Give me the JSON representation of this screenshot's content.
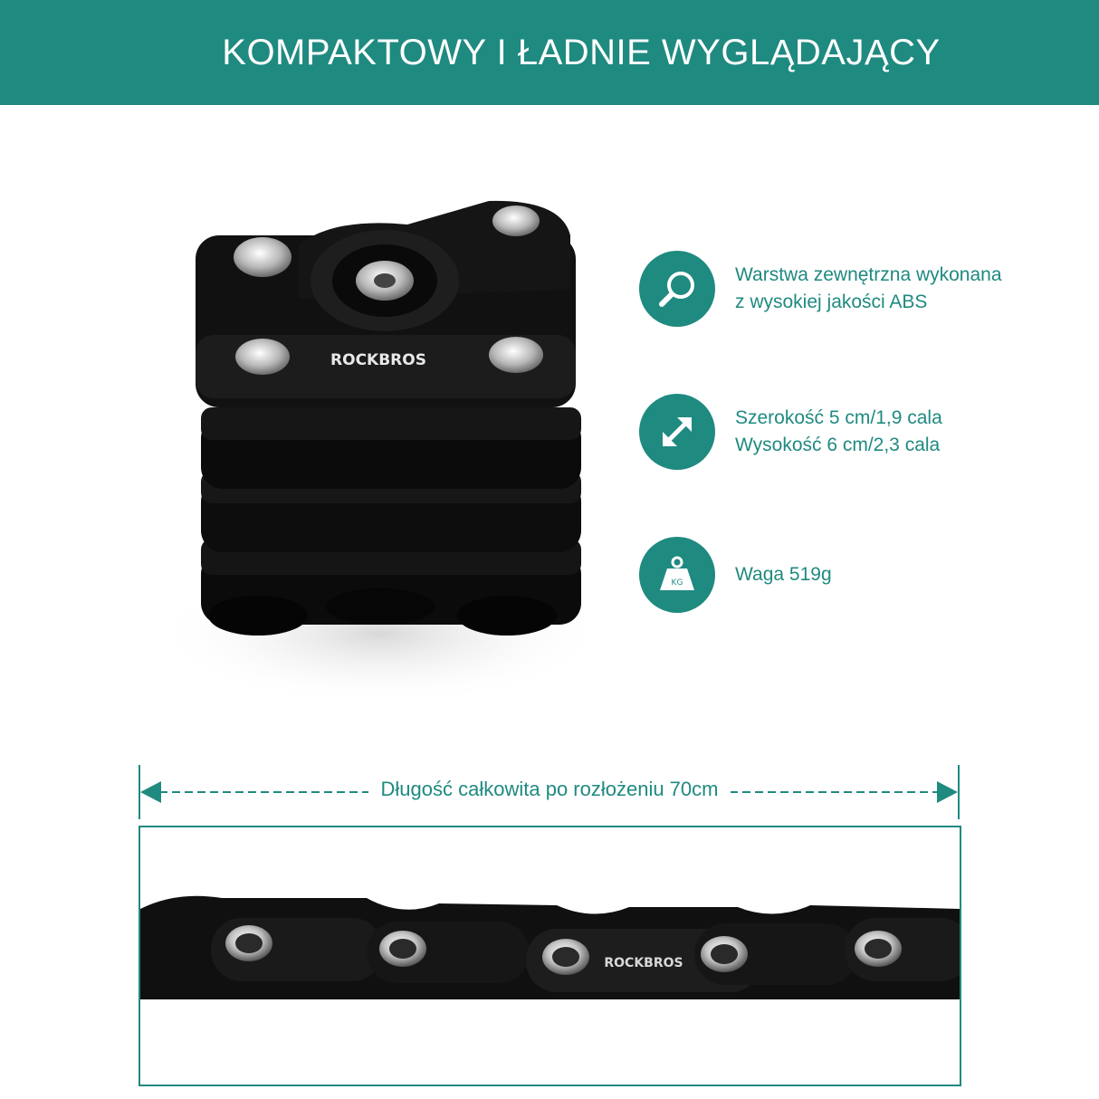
{
  "header": {
    "title": "KOMPAKTOWY I ŁADNIE WYGLĄDAJĄCY",
    "background": "#1f8a80"
  },
  "product": {
    "brand_mark": "ROCKBROS"
  },
  "features": [
    {
      "icon": "magnifier-icon",
      "lines": [
        "Warstwa zewnętrzna wykonana",
        "z wysokiej jakości ABS"
      ]
    },
    {
      "icon": "diagonal-arrow-icon",
      "lines": [
        "Szerokość 5 cm/1,9 cala",
        "Wysokość 6 cm/2,3 cala"
      ]
    },
    {
      "icon": "weight-icon",
      "icon_label": "KG",
      "lines": [
        "Waga 519g"
      ]
    }
  ],
  "measurement": {
    "label": "Długość całkowita po rozłożeniu 70cm"
  },
  "accent_color": "#1f8a80"
}
